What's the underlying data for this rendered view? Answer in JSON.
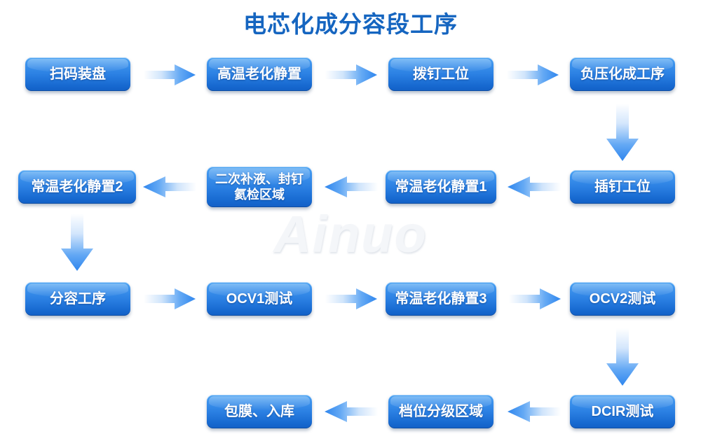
{
  "page": {
    "title": "电芯化成分容段工序",
    "title_color": "#1565c0",
    "background": "#ffffff",
    "watermark": "Ainuo"
  },
  "diagram": {
    "type": "flowchart",
    "node_fill_top": "#4aa3f2",
    "node_fill_bottom": "#1360c6",
    "node_text_color": "#ffffff",
    "arrow_color": "#3d8ef0",
    "nodes": [
      {
        "id": "n1",
        "label": "扫码装盘",
        "row": 1,
        "col": 1
      },
      {
        "id": "n2",
        "label": "高温老化静置",
        "row": 1,
        "col": 2
      },
      {
        "id": "n3",
        "label": "拨钉工位",
        "row": 1,
        "col": 3
      },
      {
        "id": "n4",
        "label": "负压化成工序",
        "row": 1,
        "col": 4
      },
      {
        "id": "n5",
        "label": "插钉工位",
        "row": 2,
        "col": 4
      },
      {
        "id": "n6",
        "label": "常温老化静置1",
        "row": 2,
        "col": 3
      },
      {
        "id": "n7",
        "label": "二次补液、封钉\n氦检区域",
        "row": 2,
        "col": 2
      },
      {
        "id": "n8",
        "label": "常温老化静置2",
        "row": 2,
        "col": 1
      },
      {
        "id": "n9",
        "label": "分容工序",
        "row": 3,
        "col": 1
      },
      {
        "id": "n10",
        "label": "OCV1测试",
        "row": 3,
        "col": 2
      },
      {
        "id": "n11",
        "label": "常温老化静置3",
        "row": 3,
        "col": 3
      },
      {
        "id": "n12",
        "label": "OCV2测试",
        "row": 3,
        "col": 4
      },
      {
        "id": "n13",
        "label": "DCIR测试",
        "row": 4,
        "col": 4
      },
      {
        "id": "n14",
        "label": "档位分级区域",
        "row": 4,
        "col": 3
      },
      {
        "id": "n15",
        "label": "包膜、入库",
        "row": 4,
        "col": 2
      }
    ],
    "edges": [
      {
        "from": "n1",
        "to": "n2",
        "direction": "right"
      },
      {
        "from": "n2",
        "to": "n3",
        "direction": "right"
      },
      {
        "from": "n3",
        "to": "n4",
        "direction": "right"
      },
      {
        "from": "n4",
        "to": "n5",
        "direction": "down"
      },
      {
        "from": "n5",
        "to": "n6",
        "direction": "left"
      },
      {
        "from": "n6",
        "to": "n7",
        "direction": "left"
      },
      {
        "from": "n7",
        "to": "n8",
        "direction": "left"
      },
      {
        "from": "n8",
        "to": "n9",
        "direction": "down"
      },
      {
        "from": "n9",
        "to": "n10",
        "direction": "right"
      },
      {
        "from": "n10",
        "to": "n11",
        "direction": "right"
      },
      {
        "from": "n11",
        "to": "n12",
        "direction": "right"
      },
      {
        "from": "n12",
        "to": "n13",
        "direction": "down"
      },
      {
        "from": "n13",
        "to": "n14",
        "direction": "left"
      },
      {
        "from": "n14",
        "to": "n15",
        "direction": "left"
      }
    ]
  }
}
